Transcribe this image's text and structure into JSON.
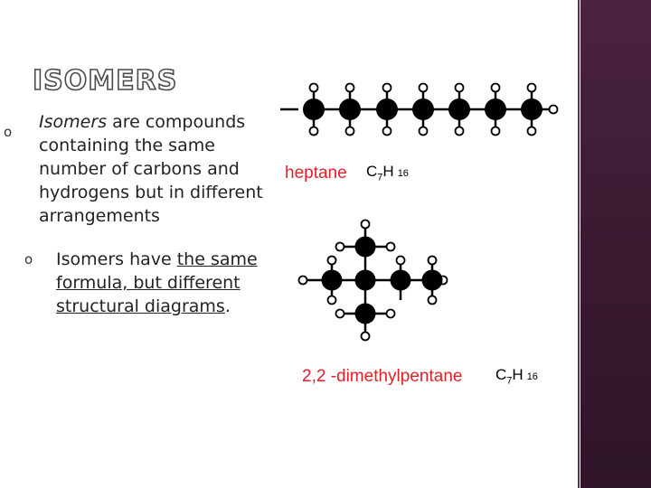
{
  "slide": {
    "title": "ISOMERS",
    "bullet_1": {
      "lead": "Isomers",
      "rest_lines": [
        " are compounds",
        "containing the same",
        "number of carbons and",
        "hydrogens but in different",
        "arrangements"
      ]
    },
    "bullet_2": {
      "lead": "Isomers have ",
      "underlined_lines": [
        "the same",
        "formula, but different",
        "structural diagrams"
      ],
      "tail": "."
    },
    "heptane": {
      "name": "heptane",
      "formula_c": "C",
      "formula_c_sub": "7",
      "formula_h": "H",
      "formula_h_num": "16"
    },
    "dimethylpentane": {
      "name": "2,2 -dimethylpentane",
      "formula_c": "C",
      "formula_c_sub": "7",
      "formula_h": "H",
      "formula_h_num": "16"
    },
    "colors": {
      "accent_bar": "#3a1a31",
      "name_red": "#e0202a"
    }
  }
}
